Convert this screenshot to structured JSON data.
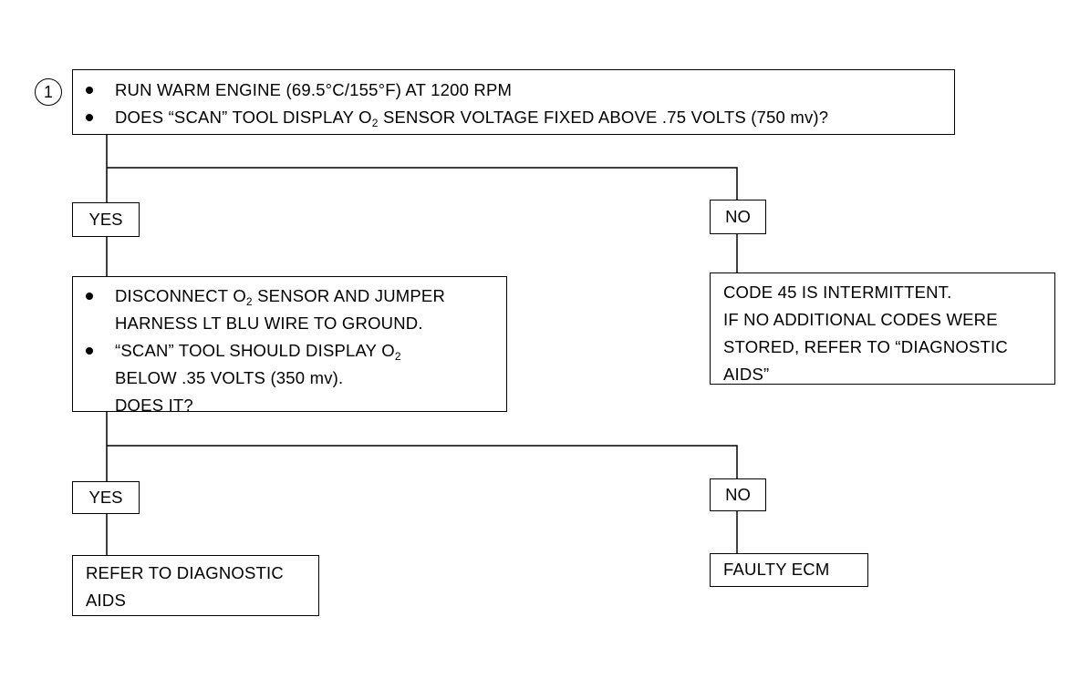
{
  "step": {
    "number": "1"
  },
  "start_box": {
    "line1": "RUN WARM ENGINE (69.5°C/155°F) AT 1200 RPM",
    "line2_pre": "DOES “SCAN” TOOL DISPLAY O",
    "line2_sub": "2",
    "line2_post": " SENSOR VOLTAGE FIXED ABOVE .75 VOLTS (750 mv)?"
  },
  "branch1": {
    "yes_label": "YES",
    "no_label": "NO",
    "no_result": {
      "line1": "CODE 45 IS INTERMITTENT.",
      "line2": "IF NO ADDITIONAL CODES WERE",
      "line3": "STORED, REFER TO “DIAGNOSTIC",
      "line4": "AIDS”"
    }
  },
  "test_box": {
    "line1_pre": "DISCONNECT O",
    "line1_sub": "2",
    "line1_post": " SENSOR AND JUMPER",
    "line2": "HARNESS LT BLU WIRE TO GROUND.",
    "line3_pre": "“SCAN” TOOL SHOULD DISPLAY O",
    "line3_sub": "2",
    "line4": "BELOW .35 VOLTS (350 mv).",
    "line5": "DOES IT?"
  },
  "branch2": {
    "yes_label": "YES",
    "no_label": "NO",
    "yes_result": {
      "line1": "REFER TO DIAGNOSTIC",
      "line2": "AIDS"
    },
    "no_result": {
      "line1": "FAULTY ECM"
    }
  }
}
